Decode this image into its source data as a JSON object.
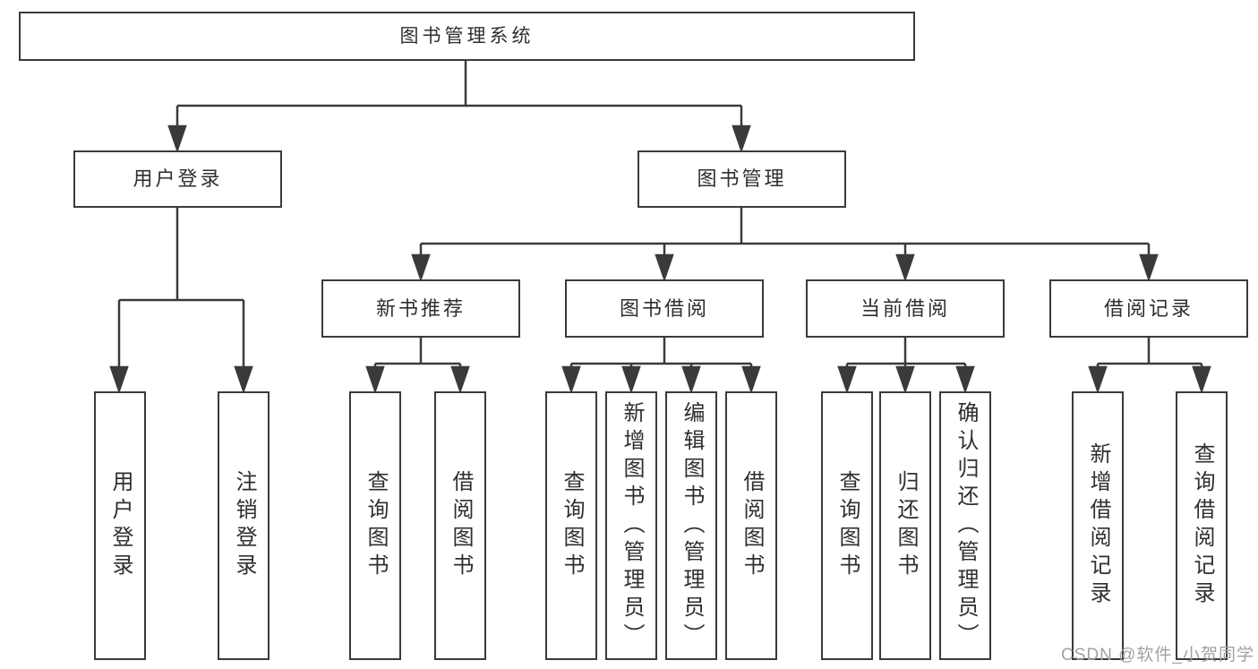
{
  "tree": {
    "root": {
      "label": "图书管理系统",
      "children": [
        {
          "label": "用户登录",
          "children": [
            {
              "label": "用户登录"
            },
            {
              "label": "注销登录"
            }
          ]
        },
        {
          "label": "图书管理",
          "children": [
            {
              "label": "新书推荐",
              "children": [
                {
                  "label": "查询图书"
                },
                {
                  "label": "借阅图书"
                }
              ]
            },
            {
              "label": "图书借阅",
              "children": [
                {
                  "label": "查询图书"
                },
                {
                  "label": "新增图书（管理员）"
                },
                {
                  "label": "编辑图书（管理员）"
                },
                {
                  "label": "借阅图书"
                }
              ]
            },
            {
              "label": "当前借阅",
              "children": [
                {
                  "label": "查询图书"
                },
                {
                  "label": "归还图书"
                },
                {
                  "label": "确认归还（管理员）"
                }
              ]
            },
            {
              "label": "借阅记录",
              "children": [
                {
                  "label": "新增借阅记录"
                },
                {
                  "label": "查询借阅记录"
                }
              ]
            }
          ]
        }
      ]
    }
  },
  "watermark": {
    "text": "CSDN @软件_小贺同学"
  },
  "colors": {
    "line": "#3a3a3a",
    "text": "#2f2f2f",
    "watermark": "#a2a2a2",
    "background": "#ffffff"
  }
}
